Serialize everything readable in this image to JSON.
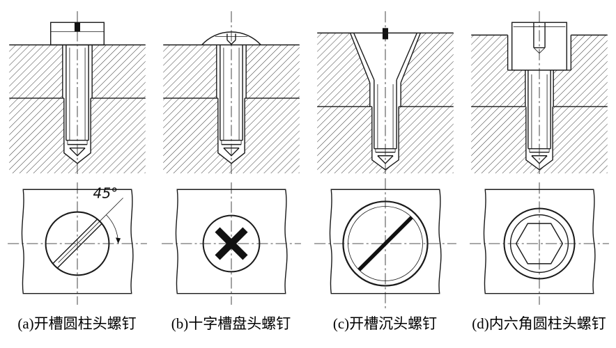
{
  "figure": {
    "background": "#ffffff",
    "line_color": "#1a1a1a",
    "angle_label": "45°",
    "columns": [
      {
        "id": "a",
        "caption": "(a)开槽圆柱头螺钉"
      },
      {
        "id": "b",
        "caption": "(b)十字槽盘头螺钉"
      },
      {
        "id": "c",
        "caption": "(c)开槽沉头螺钉"
      },
      {
        "id": "d",
        "caption": "(d)内六角圆柱头螺钉"
      }
    ]
  }
}
